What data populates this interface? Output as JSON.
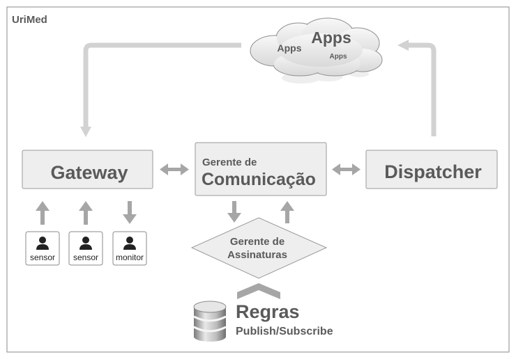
{
  "frame_title": "UriMed",
  "cloud": {
    "label_big": "Apps",
    "label_left": "Apps",
    "label_small": "Apps"
  },
  "gateway": {
    "label": "Gateway"
  },
  "comm": {
    "line1": "Gerente de",
    "line2": "Comunicação"
  },
  "dispatcher": {
    "label": "Dispatcher"
  },
  "subscriptions": {
    "line1": "Gerente de",
    "line2": "Assinaturas"
  },
  "devices": [
    {
      "label": "sensor"
    },
    {
      "label": "sensor"
    },
    {
      "label": "monitor"
    }
  ],
  "rules": {
    "title": "Regras",
    "subtitle": "Publish/Subscribe"
  },
  "colors": {
    "box_fill": "#eeeeee",
    "box_stroke": "#9a9a9a",
    "arrow": "#a6a6a6",
    "flow_line": "#d2d2d2",
    "text": "#5a5a5a"
  },
  "icons": {
    "device": "person-icon",
    "rules": "database-icon",
    "cloud": "cloud-icon"
  }
}
